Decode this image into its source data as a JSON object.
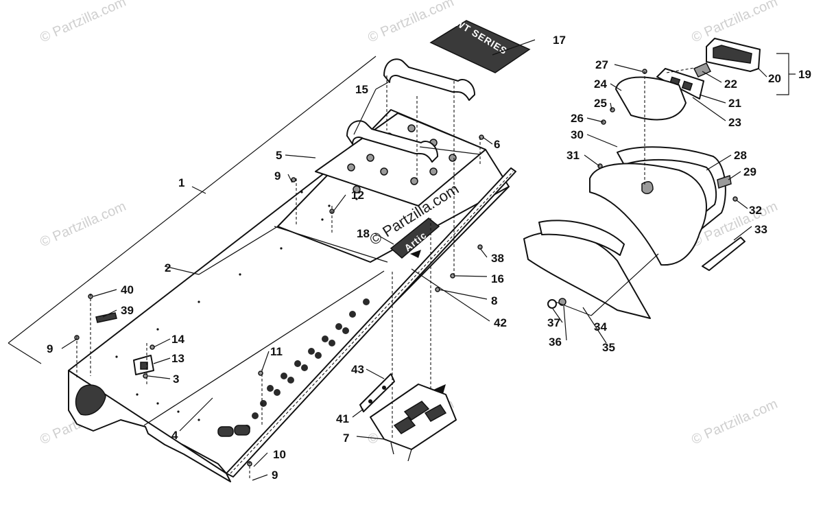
{
  "watermark": {
    "text": "© Partzilla.com",
    "center_text": "© Partzilla.com"
  },
  "decal_text": "WT SERIES",
  "rear_decal_text": "Artic",
  "callouts": [
    "1",
    "2",
    "3",
    "4",
    "5",
    "6",
    "7",
    "8",
    "9",
    "9",
    "9",
    "10",
    "11",
    "12",
    "13",
    "14",
    "15",
    "16",
    "17",
    "18",
    "19",
    "20",
    "21",
    "22",
    "23",
    "24",
    "25",
    "26",
    "27",
    "28",
    "29",
    "30",
    "31",
    "32",
    "33",
    "34",
    "35",
    "36",
    "37",
    "38",
    "39",
    "40",
    "41",
    "42",
    "43"
  ],
  "colors": {
    "line": "#111111",
    "watermark": "#cfcfcf",
    "fill_dark": "#3a3a3a",
    "fill_grey": "#9a9a9a"
  }
}
